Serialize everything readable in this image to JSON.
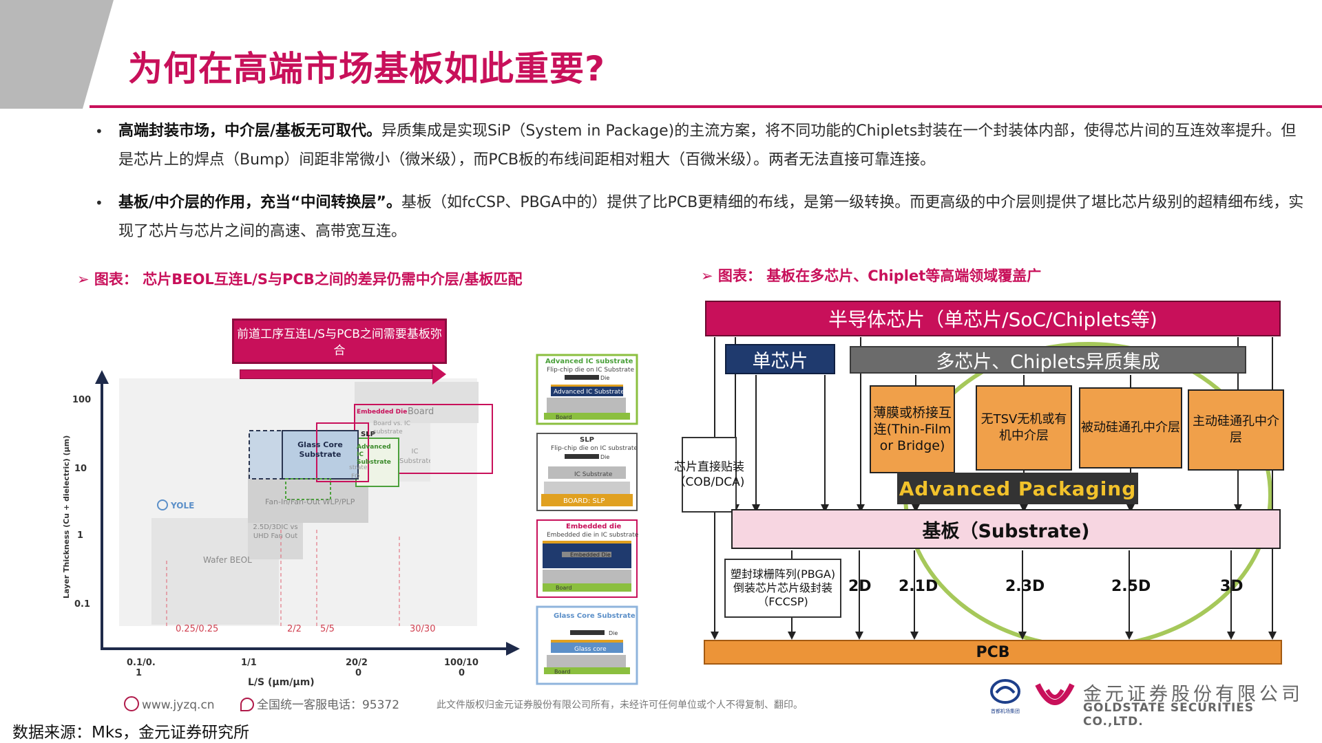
{
  "title": "为何在高端市场基板如此重要?",
  "bullets": [
    {
      "lead": "高端封装市场，中介层/基板无可取代。",
      "text": "异质集成是实现SiP（System in Package)的主流方案，将不同功能的Chiplets封装在一个封装体内部，使得芯片间的互连效率提升。但是芯片上的焊点（Bump）间距非常微小（微米级），而PCB板的布线间距相对粗大（百微米级）。两者无法直接可靠连接。"
    },
    {
      "lead": "基板/中介层的作用，充当“中间转换层”。",
      "text": "基板（如fcCSP、PBGA中的）提供了比PCB更精细的布线，是第一级转换。而更高级的中介层则提供了堪比芯片级别的超精细布线，实现了芯片与芯片之间的高速、高带宽互连。"
    }
  ],
  "caption_left": "➢ 图表： 芯片BEOL互连L/S与PCB之间的差异仍需中介层/基板匹配",
  "caption_right": "➢ 图表： 基板在多芯片、Chiplet等高端领域覆盖广",
  "left_chart": {
    "callout": "前道工序互连L/S与PCB之间需要基板弥合",
    "ylabel": "Layer Thickness (Cu + dielectric) (μm)",
    "xlabel": "L/S (μm/μm)",
    "y_ticks": [
      "100",
      "10",
      "1",
      "0.1"
    ],
    "x_ticks": [
      {
        "top": "0.1/0.",
        "bottom": "1"
      },
      {
        "top": "1/1",
        "bottom": ""
      },
      {
        "top": "20/2",
        "bottom": "0"
      },
      {
        "top": "100/10",
        "bottom": "0"
      }
    ],
    "regions": {
      "wafer_beol": "Wafer BEOL",
      "uhd": "2.5D/3DIC vs UHD Fan Out",
      "fanin": "Fan-In/Fan-Out WLP/PLP",
      "glass": "Glass Core Substrate",
      "slp": "SLP",
      "adv_ic": "Advanced IC Substrate",
      "embedded": "Embedded Die",
      "board": "Board",
      "board_vs_ic": "Board vs. IC substrate",
      "ic_substrate": "IC Substrate",
      "substrate_frag": "strate",
      "fo_frag": "FO",
      "yole": "YOLE"
    },
    "ls_labels": [
      "0.25/0.25",
      "2/2",
      "5/5",
      "30/30"
    ]
  },
  "packages": [
    {
      "title": "Advanced IC substrate",
      "sub": "Flip-chip die on IC Substrate",
      "die": "Die",
      "mid": "Advanced IC Substrate",
      "base": "Board"
    },
    {
      "title": "SLP",
      "sub": "Flip-chip die on IC substrate",
      "die": "Die",
      "mid": "IC Substrate",
      "base": "BOARD: SLP"
    },
    {
      "title": "Embedded die",
      "sub": "Embedded die in IC substrate",
      "die": "Embedded Die",
      "mid": "",
      "base": "Board"
    },
    {
      "title": "Glass Core Substrate",
      "sub": "",
      "die": "Die",
      "mid": "Glass core",
      "base": "Board"
    }
  ],
  "right_diagram": {
    "top": "半导体芯片（单芯片/SoC/Chiplets等)",
    "single": "单芯片",
    "multi": "多芯片、Chiplets异质集成",
    "thin_film": "薄膜或桥接互连(Thin-Film or Bridge)",
    "no_tsv": "无TSV无机或有机中介层",
    "passive": "被动硅通孔中介层",
    "active": "主动硅通孔中介层",
    "advanced_packaging": "Advanced Packaging",
    "cob": "芯片直接贴装（COB/DCA)",
    "substrate": "基板（Substrate)",
    "pbga": "塑封球栅阵列(PBGA)倒装芯片芯片级封装（FCCSP)",
    "pcb": "PCB",
    "dims": [
      "2D",
      "2.1D",
      "2.3D",
      "2.5D",
      "3D"
    ]
  },
  "footer": {
    "website": "www.jyzq.cn",
    "hotline": "全国统一客服电话：95372",
    "copyright": "此文件版权归金元证券股份有限公司所有，未经许可任何单位或个人不得复制、翻印。",
    "company_cn": "金元证券股份有限公司",
    "company_en": "GOLDSTATE SECURITIES CO.,LTD.",
    "airport": "首都机场集团"
  },
  "source": "数据来源：Mks，金元证券研究所",
  "colors": {
    "brand": "#c8105a",
    "navy": "#1f3a6e",
    "orange": "#f0a04a",
    "pink": "#f7d6e1",
    "green": "#8bbf3f"
  }
}
